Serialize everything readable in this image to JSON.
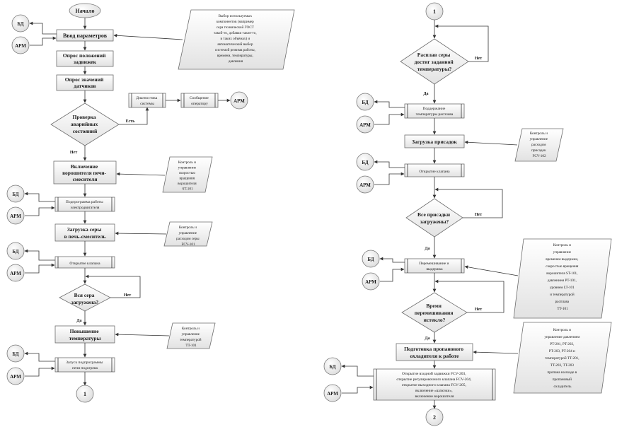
{
  "left": {
    "start": "Начало",
    "input": "Ввод параметров",
    "input_note": [
      "Выбор используемых",
      "компонентов (например",
      "сера технической ГОСТ",
      "такой-то, добавки такие-то,",
      "в таких объёмах) и",
      "автоматический выбор",
      "системой режима работы,",
      "времени, температуры,",
      "давления"
    ],
    "poll_valves": [
      "Опрос положений",
      "задвижек"
    ],
    "poll_sensors": [
      "Опрос значений",
      "датчиков"
    ],
    "check_alarm": [
      "Проверка",
      "аварийных",
      "состояний"
    ],
    "diag": [
      "Диагностика",
      "системы"
    ],
    "msg": [
      "Сообщение",
      "оператору"
    ],
    "mixer_on": [
      "Включение",
      "ворошителя печи-",
      "смесителя"
    ],
    "mixer_note": [
      "Контроль и",
      "управление",
      "скоростью",
      "вращения",
      "ворошителя",
      "ST-101"
    ],
    "heater_sub": [
      "Подпрограмма работы",
      "электродвигателя"
    ],
    "load_sulfur": [
      "Загрузка серы",
      "в печь-смеситель"
    ],
    "load_note": [
      "Контроль и",
      "управление",
      "расходом серы",
      "FCV-101"
    ],
    "open_valve": "Открытие клапана",
    "all_sulfur": [
      "Вся сера",
      "загружена?"
    ],
    "raise_temp": [
      "Повышение",
      "температуры"
    ],
    "temp_note": [
      "Контроль и",
      "управление",
      "температурой",
      "TT-101"
    ],
    "furnace_sub": [
      "Запуск подпрограммы",
      "печи подогрева"
    ]
  },
  "right": {
    "melt": [
      "Расплав серы",
      "достиг заданной",
      "температуры?"
    ],
    "keep_temp": [
      "Поддержание",
      "температуры расплава"
    ],
    "load_additive": "Загрузка присадок",
    "additive_note": [
      "Контроль и",
      "управление",
      "расходом",
      "присадок",
      "FCV-102"
    ],
    "open_valve": "Открытие клапана",
    "all_additives": [
      "Все присадки",
      "загружены?"
    ],
    "mixing": [
      "Перемешивание и",
      "выдержка"
    ],
    "mixing_note": [
      "Контроль и",
      "управление",
      "временем выдержки,",
      "скоростью вращения",
      "ворошителя ST-101,",
      "давлением PT-101,",
      "уровнем LT-101",
      "и температурой",
      "расплава",
      "TT-101"
    ],
    "time_up": [
      "Время",
      "перемешивания",
      "истекло?"
    ],
    "prep_cooler": [
      "Подготовка пропанового",
      "охладителя к работе"
    ],
    "cooler_note": [
      "Контроль и",
      "управление давлением",
      "PT-201, PT-202,",
      "PT-203, PT-204 и",
      "температурой TT-201,",
      "TT-203, TT-203",
      "пропана на входе в",
      "пропановый",
      "охладитель"
    ],
    "final": [
      "Открытие входной задвижки FCV-203,",
      "открытие регулировочного клапана FCV-204,",
      "открытие выходного клапана FCV-205,",
      "включение «шлюзки»,",
      "включение ворошителя"
    ]
  },
  "labels": {
    "db": "БД",
    "arm": "АРМ",
    "yes": "Да",
    "no": "Нет",
    "est": "Есть",
    "conn1": "1",
    "conn2": "2"
  }
}
